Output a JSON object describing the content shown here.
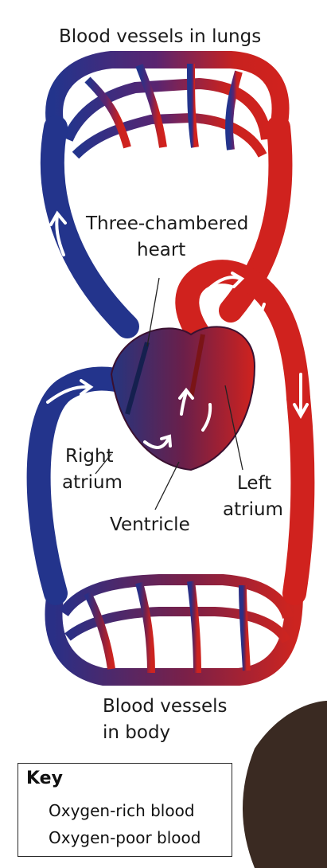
{
  "labels": {
    "lungs": "Blood vessels in lungs",
    "heart_line1": "Three-chambered",
    "heart_line2": "heart",
    "right_atrium_line1": "Right",
    "right_atrium_line2": "atrium",
    "left_atrium_line1": "Left",
    "left_atrium_line2": "atrium",
    "ventricle": "Ventricle",
    "body_line1": "Blood vessels",
    "body_line2": "in body"
  },
  "key": {
    "title": "Key",
    "items": [
      {
        "label": "Oxygen-rich blood",
        "color": "#d0221e"
      },
      {
        "label": "Oxygen-poor blood",
        "color": "#23348c"
      }
    ]
  },
  "colors": {
    "oxygen_rich": "#d0221e",
    "oxygen_poor": "#23348c",
    "mixed": "#6a1f4a",
    "flow_arrow": "#ffffff"
  }
}
